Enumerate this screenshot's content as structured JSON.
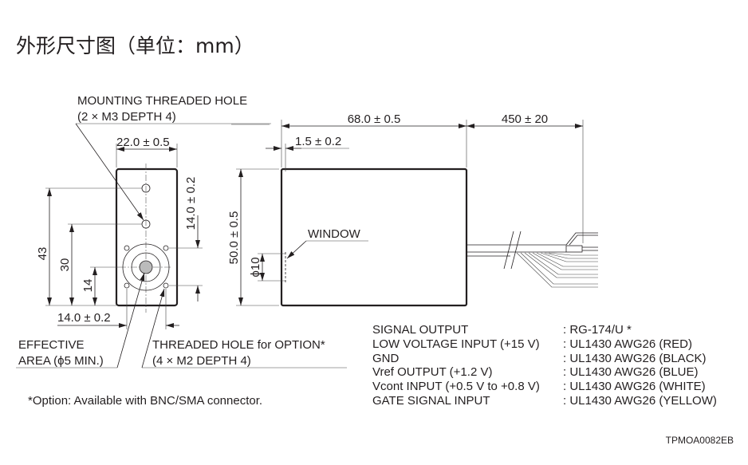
{
  "title": "外形尺寸图（单位：mm）",
  "front_view": {
    "mounting_hole_label_1": "MOUNTING THREADED HOLE",
    "mounting_hole_label_2": "(2 × M3 DEPTH 4)",
    "width_dim": "22.0 ± 0.5",
    "hole_pitch_vertical": "14.0 ± 0.2",
    "hole_pitch_horizontal": "14.0 ± 0.2",
    "dim_43": "43",
    "dim_30": "30",
    "dim_14": "14",
    "effective_area_1": "EFFECTIVE",
    "effective_area_2": "AREA (ϕ5 MIN.)",
    "threaded_hole_1": "THREADED HOLE for OPTION*",
    "threaded_hole_2": "(4 × M2 DEPTH 4)"
  },
  "side_view": {
    "length_dim": "68.0 ± 0.5",
    "cable_dim": "450 ± 20",
    "window_offset_dim": "1.5 ± 0.2",
    "height_dim": "50.0 ± 0.5",
    "window_label": "WINDOW",
    "window_dia": "ϕ10"
  },
  "signals": [
    {
      "name": "SIGNAL OUTPUT",
      "cable": ": RG-174/U *"
    },
    {
      "name": "LOW VOLTAGE INPUT (+15 V)",
      "cable": ": UL1430 AWG26 (RED)"
    },
    {
      "name": "GND",
      "cable": ": UL1430 AWG26 (BLACK)"
    },
    {
      "name": "Vref OUTPUT (+1.2 V)",
      "cable": ": UL1430 AWG26 (BLUE)"
    },
    {
      "name": "Vcont INPUT (+0.5 V to +0.8 V)",
      "cable": ": UL1430 AWG26 (WHITE)"
    },
    {
      "name": "GATE SIGNAL INPUT",
      "cable": ": UL1430 AWG26 (YELLOW)"
    }
  ],
  "footnote": "*Option: Available with BNC/SMA connector.",
  "drawing_code": "TPMOA0082EB"
}
